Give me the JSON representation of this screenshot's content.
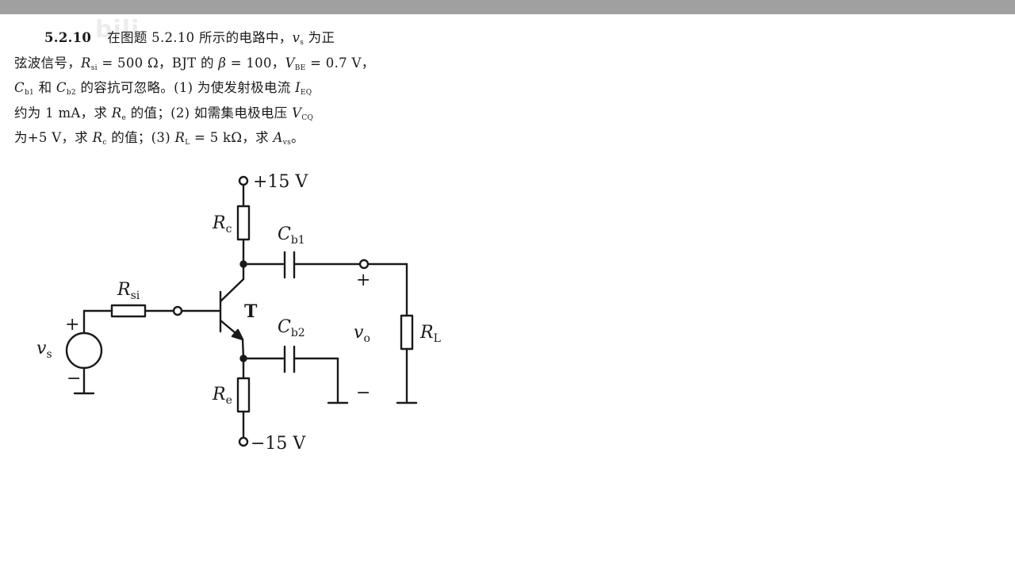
{
  "watermark": "bili",
  "problem": {
    "number": "5.2.10",
    "l1_text": "在图题 5.2.10 所示的电路中，",
    "l1_vs": "v",
    "l1_vs_sub": "s",
    "l1_end": " 为正",
    "l2_text": "弦波信号，",
    "l2_rsi": "R",
    "l2_rsi_sub": "si",
    "l2_rsi_val": " = 500 Ω，BJT 的 ",
    "l2_beta": "β",
    "l2_beta_val": " = 100，",
    "l2_vbe": "V",
    "l2_vbe_sub": "BE",
    "l2_vbe_val": " = 0.7 V，",
    "l3_cb1": "C",
    "l3_cb1_sub": "b1",
    "l3_and": " 和 ",
    "l3_cb2": "C",
    "l3_cb2_sub": "b2",
    "l3_text": " 的容抗可忽略。(1) 为使发射极电流 ",
    "l3_ieq": "I",
    "l3_ieq_sub": "EQ",
    "l4_text": "约为 1 mA，求 ",
    "l4_re": "R",
    "l4_re_sub": "e",
    "l4_text2": " 的值；(2) 如需集电极电压 ",
    "l4_vcq": "V",
    "l4_vcq_sub": "CQ",
    "l5_text": "为+5 V，求 ",
    "l5_rc": "R",
    "l5_rc_sub": "c",
    "l5_text2": " 的值；(3) ",
    "l5_rl": "R",
    "l5_rl_sub": "L",
    "l5_text3": " = 5 kΩ，求 ",
    "l5_avs": "A",
    "l5_avs_sub": "vs",
    "l5_end": "。"
  },
  "circuit": {
    "vcc": "+15 V",
    "vee": "−15 V",
    "rc": "R",
    "rc_sub": "c",
    "re": "R",
    "re_sub": "e",
    "rsi": "R",
    "rsi_sub": "si",
    "rl": "R",
    "rl_sub": "L",
    "cb1": "C",
    "cb1_sub": "b1",
    "cb2": "C",
    "cb2_sub": "b2",
    "vs": "v",
    "vs_sub": "s",
    "vo": "v",
    "vo_sub": "o",
    "transistor": "T",
    "plus": "+",
    "minus": "−",
    "out_plus": "+",
    "out_minus": "−"
  }
}
